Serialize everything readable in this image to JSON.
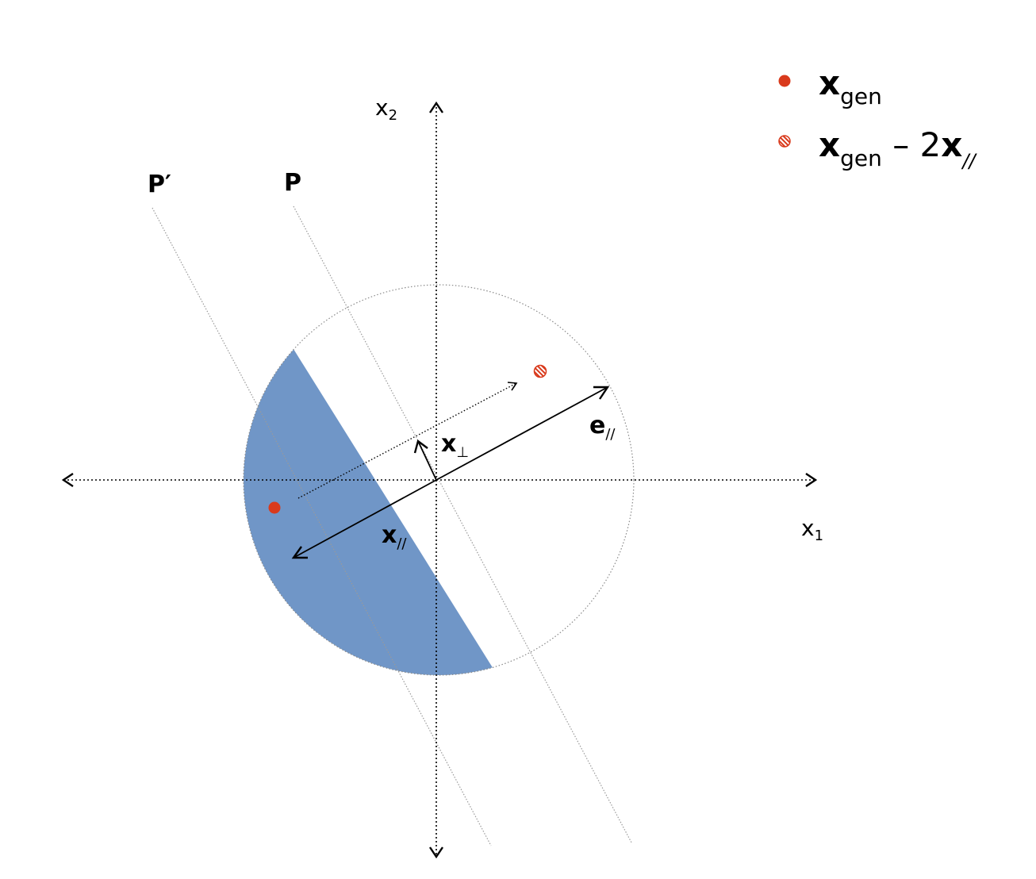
{
  "colors": {
    "region_fill": "#7096c7",
    "point_fill": "#d93a1c",
    "guide_line": "#9a9a9a",
    "vector": "#000000"
  },
  "axes": {
    "x1_main": "x",
    "x1_sub": "1",
    "x2_main": "x",
    "x2_sub": "2"
  },
  "planes": {
    "p_label": "P",
    "p_prime_label": "P′"
  },
  "vectors": {
    "e_par_main": "e",
    "e_par_sub": "//",
    "x_par_main": "x",
    "x_par_sub": "//",
    "x_perp_main": "x",
    "x_perp_sub": "⊥"
  },
  "legend": {
    "item1": {
      "marker": "solid-red-dot",
      "main": "x",
      "sub": "gen"
    },
    "item2": {
      "marker": "hatched-red-dot",
      "main": "x",
      "sub": "gen",
      "operator": "– 2",
      "main2": "x",
      "sub2": "//"
    }
  }
}
